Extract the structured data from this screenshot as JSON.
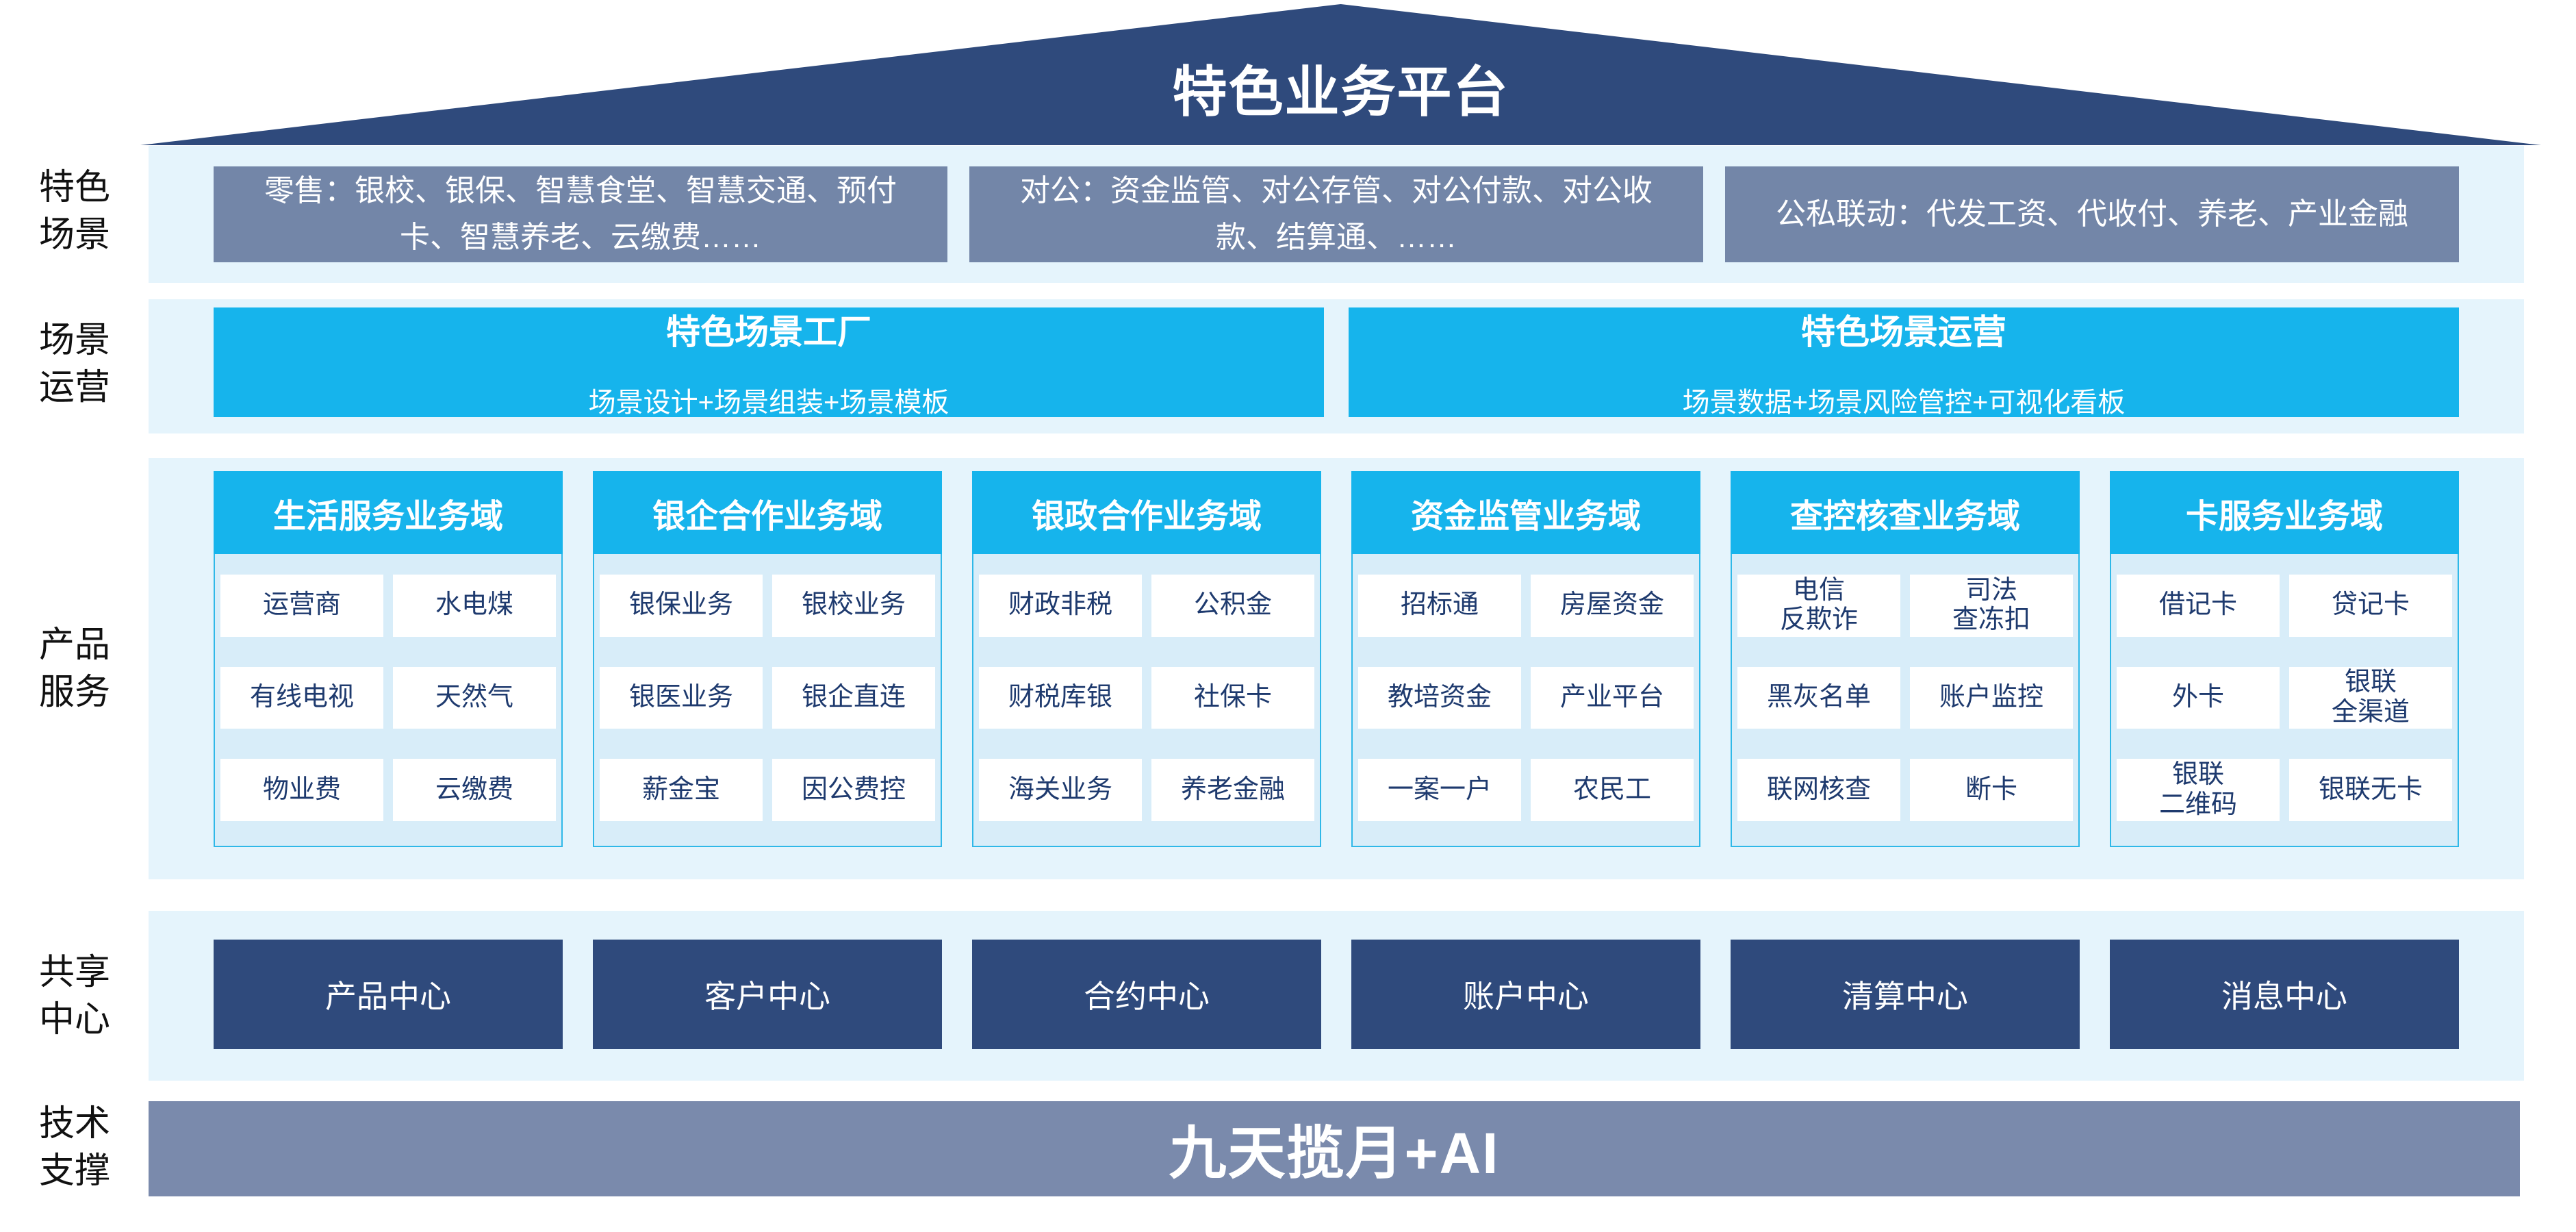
{
  "colors": {
    "roof_blue": "#2F4A7C",
    "gray_box": "#7386A8",
    "cyan": "#16B4EC",
    "band_light_blue": "#E5F4FC",
    "column_body_blue": "#D8EDF9",
    "cell_text_navy": "#1E3A6E",
    "bottom_bar_gray": "#7A8AAC"
  },
  "roof_title": "特色业务平台",
  "side_labels": [
    "特色\n场景",
    "场景\n运营",
    "产品\n服务",
    "共享\n中心",
    "技术\n支撑"
  ],
  "scene_row": {
    "items": [
      "零售：银校、银保、智慧食堂、智慧交通、预付卡、智慧养老、云缴费……",
      "对公：资金监管、对公存管、对公付款、对公收款、结算通、……",
      "公私联动：代发工资、代收付、养老、产业金融"
    ]
  },
  "operation_row": {
    "items": [
      {
        "title": "特色场景工厂",
        "subtitle": "场景设计+场景组装+场景模板"
      },
      {
        "title": "特色场景运营",
        "subtitle": "场景数据+场景风险管控+可视化看板"
      }
    ]
  },
  "product_row": {
    "columns": [
      {
        "header": "生活服务业务域",
        "cells": [
          "运营商",
          "水电煤",
          "有线电视",
          "天然气",
          "物业费",
          "云缴费"
        ]
      },
      {
        "header": "银企合作业务域",
        "cells": [
          "银保业务",
          "银校业务",
          "银医业务",
          "银企直连",
          "薪金宝",
          "因公费控"
        ]
      },
      {
        "header": "银政合作业务域",
        "cells": [
          "财政非税",
          "公积金",
          "财税库银",
          "社保卡",
          "海关业务",
          "养老金融"
        ]
      },
      {
        "header": "资金监管业务域",
        "cells": [
          "招标通",
          "房屋资金",
          "教培资金",
          "产业平台",
          "一案一户",
          "农民工"
        ]
      },
      {
        "header": "查控核查业务域",
        "cells": [
          "电信\n反欺诈",
          "司法\n查冻扣",
          "黑灰名单",
          "账户监控",
          "联网核查",
          "断卡"
        ]
      },
      {
        "header": "卡服务业务域",
        "cells": [
          "借记卡",
          "贷记卡",
          "外卡",
          "银联\n全渠道",
          "银联\n二维码",
          "银联无卡"
        ]
      }
    ]
  },
  "share_row": {
    "items": [
      "产品中心",
      "客户中心",
      "合约中心",
      "账户中心",
      "清算中心",
      "消息中心"
    ]
  },
  "tech_row": {
    "text": "九天揽月+AI"
  }
}
